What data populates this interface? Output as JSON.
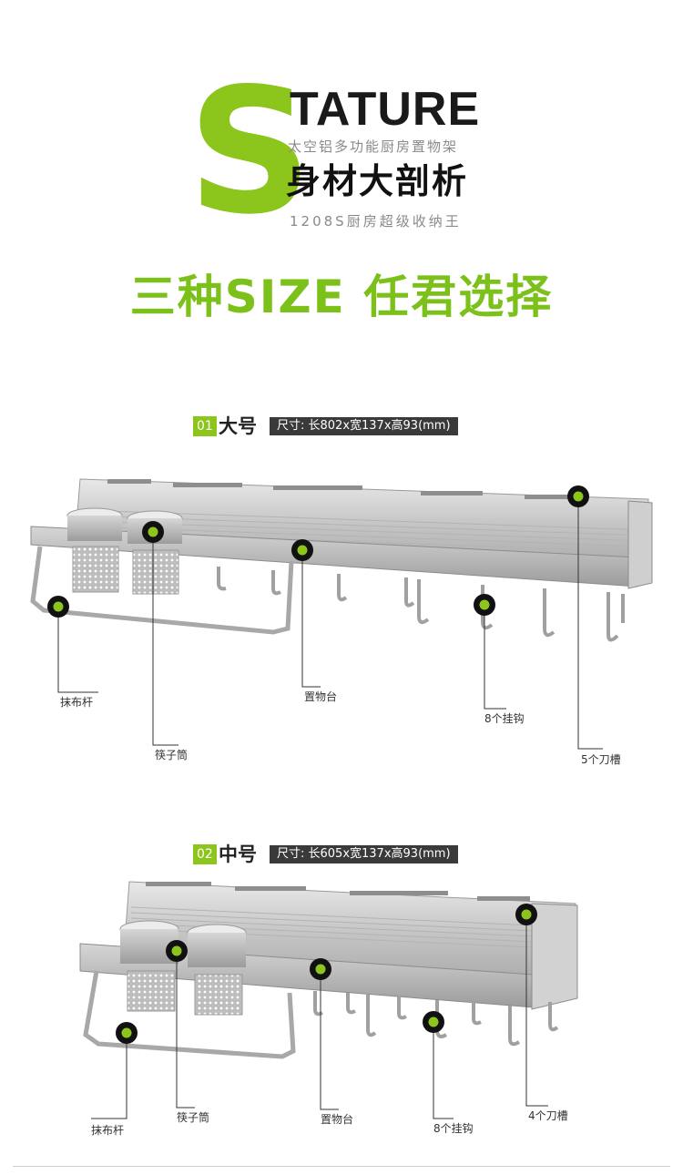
{
  "header": {
    "big_letter": "S",
    "tature": "TATURE",
    "subtitle_1": "太空铝多功能厨房置物架",
    "title_cn": "身材大剖析",
    "subtitle_2": "1208S厨房超级收纳王"
  },
  "headline": "三种SIZE 任君选择",
  "colors": {
    "accent": "#8cc51c",
    "dark": "#3a3a3a"
  },
  "products": [
    {
      "index": "01",
      "name": "大号",
      "dimensions": "尺寸: 长802x宽137x高93(mm)",
      "callouts": [
        "抹布杆",
        "筷子筒",
        "置物台",
        "8个挂钩",
        "5个刀槽"
      ]
    },
    {
      "index": "02",
      "name": "中号",
      "dimensions": "尺寸: 长605x宽137x高93(mm)",
      "callouts": [
        "抹布杆",
        "筷子筒",
        "置物台",
        "8个挂钩",
        "4个刀槽"
      ]
    }
  ]
}
